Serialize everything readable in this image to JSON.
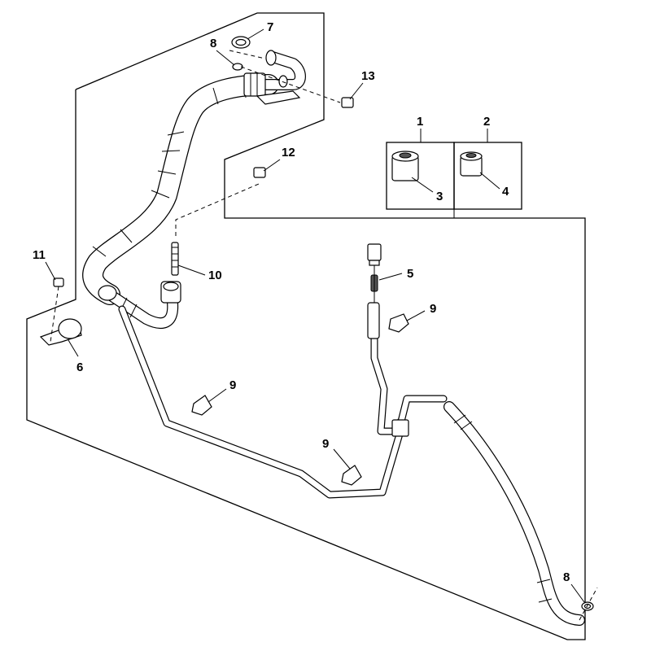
{
  "callouts": {
    "c1": "1",
    "c2": "2",
    "c3": "3",
    "c4": "4",
    "c5": "5",
    "c6": "6",
    "c7": "7",
    "c8a": "8",
    "c8b": "8",
    "c9a": "9",
    "c9b": "9",
    "c9c": "9",
    "c10": "10",
    "c11": "11",
    "c12": "12",
    "c13": "13"
  }
}
